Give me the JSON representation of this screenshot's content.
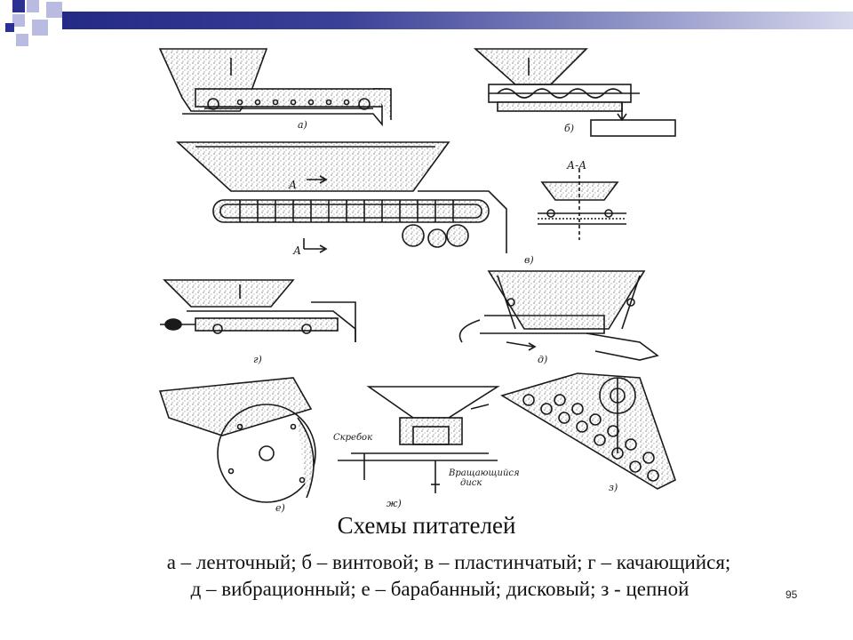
{
  "slide": {
    "caption_title": "Схемы питателей",
    "legend_line_1": "а – ленточный; б – винтовой; в – пластинчатый; г – качающийся;",
    "legend_line_2": "д – вибрационный; е – барабанный; дисковый; з - цепной",
    "page_number": "95"
  },
  "figure": {
    "labels": {
      "a": "а)",
      "b": "б)",
      "v": "в)",
      "g": "г)",
      "d": "д)",
      "e": "е)",
      "zh": "ж)",
      "z": "з)",
      "section": "А-А",
      "section_a1": "А",
      "section_a2": "А",
      "scraper": "Скребок",
      "disk_1": "Вращающийся",
      "disk_2": "диск"
    }
  },
  "colors": {
    "header_dark": "#232a86",
    "header_light": "#d6d8ec",
    "deco_blue": "#2a3190",
    "deco_lavender": "#b9bbe0",
    "ink": "#1a1a1a"
  }
}
